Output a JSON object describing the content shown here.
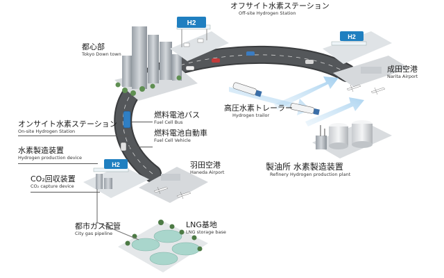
{
  "labels": {
    "offsite_station": {
      "jp": "オフサイト水素ステーション",
      "en": "Off-site Hydrogen Station"
    },
    "tokyo_downtown": {
      "jp": "都心部",
      "en": "Tokyo Down town"
    },
    "narita_airport": {
      "jp": "成田空港",
      "en": "Narita Airport"
    },
    "hydrogen_trailer": {
      "jp": "高圧水素トレーラー",
      "en": "Hydrogen trailor"
    },
    "fuel_cell_bus": {
      "jp": "燃料電池バス",
      "en": "Fuel Cell Bus"
    },
    "fuel_cell_vehicle": {
      "jp": "燃料電池自動車",
      "en": "Fuel Cell Vehicle"
    },
    "onsite_station": {
      "jp": "オンサイト水素ステーション",
      "en": "On-site Hydrogen Station"
    },
    "production_device": {
      "jp": "水素製造装置",
      "en": "Hydrogen production device"
    },
    "co2_capture": {
      "jp": "CO₂回収装置",
      "en": "CO₂ capture device"
    },
    "haneda_airport": {
      "jp": "羽田空港",
      "en": "Haneda Airport"
    },
    "refinery_plant": {
      "jp": "製油所 水素製造装置",
      "en": "Refinery Hydrogen production plant"
    },
    "city_gas": {
      "jp": "都市ガス配管",
      "en": "City gas pipeline"
    },
    "lng_base": {
      "jp": "LNG基地",
      "en": "LNG storage base"
    }
  },
  "station_sign": "H2",
  "colors": {
    "road": "#505356",
    "road_edge": "#3a3c3e",
    "platform": "#d9dcdf",
    "building": "#b9bec4",
    "canopy": "#e8f2f8",
    "sign_blue": "#1f7fc0",
    "flow_arrow": "#bcdcf2",
    "trees": "#4c7a44",
    "lng_tank": "#a9d6cc"
  }
}
